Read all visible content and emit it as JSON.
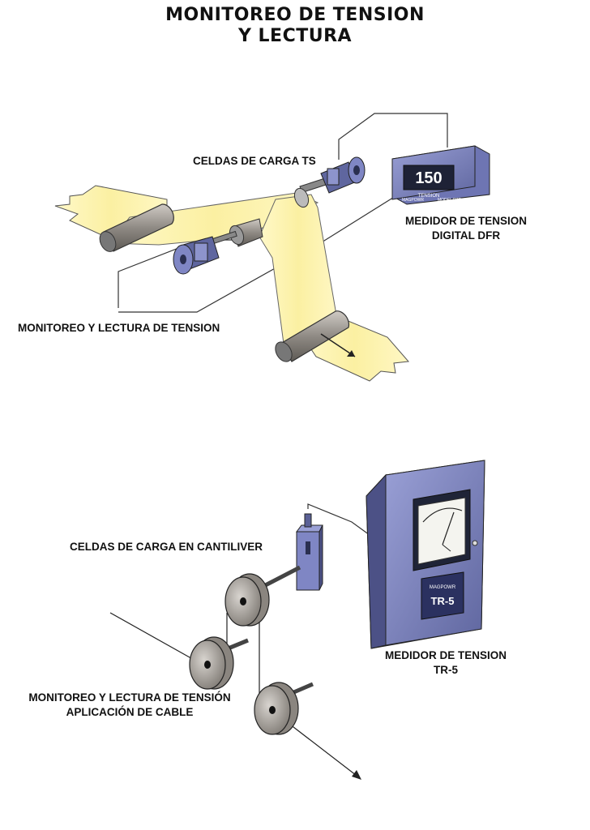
{
  "title": {
    "line1": "MONITOREO DE TENSION",
    "line2": "Y LECTURA"
  },
  "top_diagram": {
    "label_load_cells": "CELDAS DE CARGA TS",
    "label_meter_line1": "MEDIDOR DE TENSION",
    "label_meter_line2": "DIGITAL DFR",
    "label_monitoring": "MONITOREO Y LECTURA DE TENSION",
    "display_value": "150",
    "display_caption": "TENSION",
    "device_brand": "MAGPOWR",
    "device_model": "MODEL DTR"
  },
  "bottom_diagram": {
    "label_load_cells": "CELDAS DE CARGA EN CANTILIVER",
    "label_meter_line1": "MEDIDOR DE TENSION",
    "label_meter_line2": "TR-5",
    "label_monitoring_line1": "MONITOREO Y LECTURA DE TENSIÓN",
    "label_monitoring_line2": "APLICACIÓN DE CABLE",
    "panel_brand": "MAGPOWR",
    "panel_model": "TR-5"
  },
  "colors": {
    "web": "#fbf3b0",
    "roller": "#8f8a84",
    "device_blue": "#7f86c4",
    "cell_dark": "#3e456b"
  }
}
